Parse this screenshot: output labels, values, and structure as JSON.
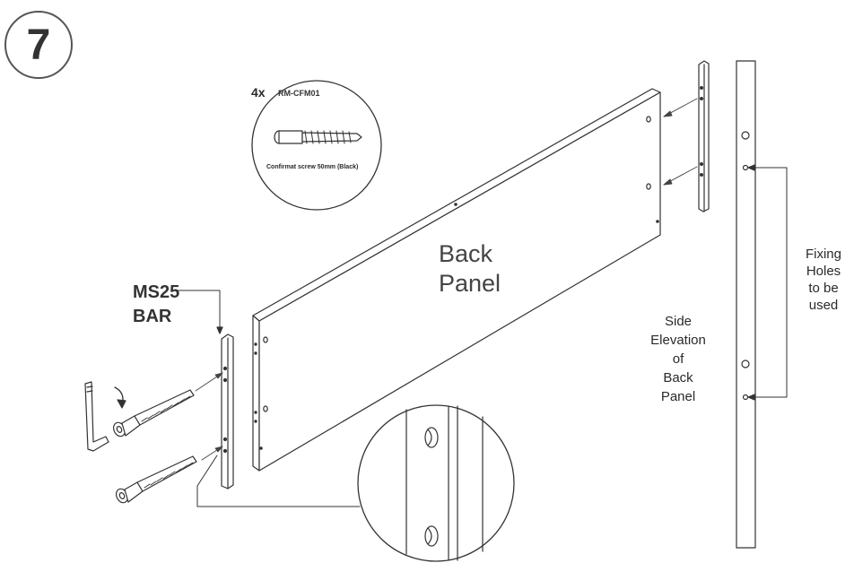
{
  "step": {
    "number": "7"
  },
  "screw_callout": {
    "quantity": "4x",
    "part_code": "RM-CFM01",
    "description": "Confirmat screw 50mm (Black)"
  },
  "panel": {
    "label_line1": "Back",
    "label_line2": "Panel"
  },
  "bar": {
    "label_line1": "MS25",
    "label_line2": "BAR"
  },
  "side_elevation": {
    "lines": [
      "Side",
      "Elevation",
      "of",
      "Back",
      "Panel"
    ]
  },
  "fixing_holes": {
    "lines": [
      "Fixing",
      "Holes",
      "to be",
      "used"
    ]
  }
}
